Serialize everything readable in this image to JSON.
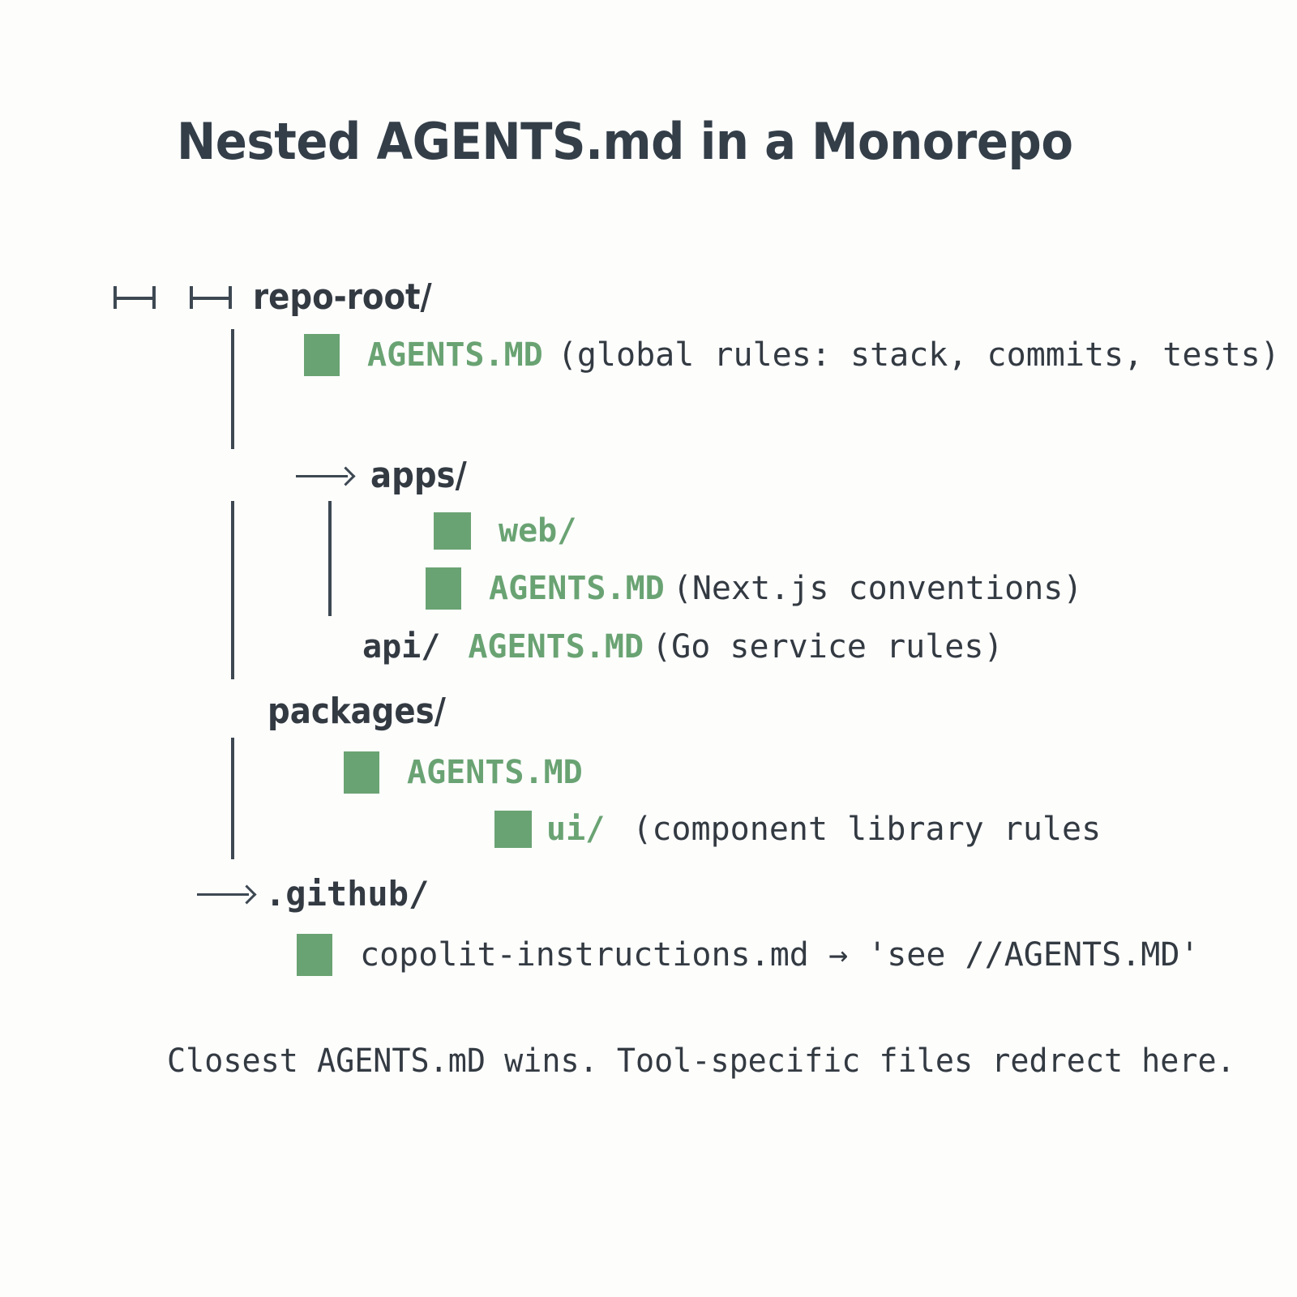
{
  "title": "Nested AGENTS.md in a Monorepo",
  "colors": {
    "background": "#fdfdfc",
    "title_text": "#333e48",
    "body_text": "#333a42",
    "accent_green": "#6aa373",
    "tree_line": "#3d4852"
  },
  "tree": {
    "rows": [
      {
        "id": "repo-root",
        "label": "repo-root/",
        "kind": "directory",
        "icons": [
          "bracket-icon",
          "bracket-icon"
        ]
      },
      {
        "id": "root-agents",
        "icon": "green-file-icon",
        "file": "AGENTS.MD",
        "note": "(global rules: stack, commits, tests)"
      },
      {
        "id": "apps",
        "icon": "arrow-icon",
        "label": "apps/",
        "kind": "directory"
      },
      {
        "id": "web",
        "icon": "green-file-icon",
        "file": "web/",
        "note": ""
      },
      {
        "id": "web-agents",
        "icon": "green-file-icon",
        "file": "AGENTS.MD",
        "note": "(Next.js conventions)"
      },
      {
        "id": "api",
        "label": "api/",
        "file": "AGENTS.MD",
        "note": "(Go service rules)"
      },
      {
        "id": "packages",
        "label": "packages/",
        "kind": "directory"
      },
      {
        "id": "packages-agents",
        "icon": "green-file-icon",
        "file": "AGENTS.MD",
        "note": ""
      },
      {
        "id": "ui",
        "icon": "green-file-icon",
        "file": "ui/",
        "note": "(component library rules"
      },
      {
        "id": "github",
        "icon": "arrow-icon",
        "label": ".github/",
        "kind": "directory"
      },
      {
        "id": "copilot",
        "icon": "green-file-icon",
        "file": "copolit-instructions.md → 'see //AGENTS.MD'"
      }
    ]
  },
  "footer": "Closest AGENTS.mD wins. Tool-specific files redrect here."
}
